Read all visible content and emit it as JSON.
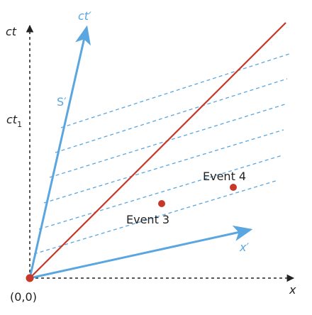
{
  "labels": {
    "ct": "ct",
    "ct_prime": "ct′",
    "x": "x",
    "x_prime": "x′",
    "frame": "S′",
    "ct1_main": "ct",
    "ct1_sub": "1",
    "origin": "(0,0)",
    "event3": "Event 3",
    "event4": "Event 4"
  },
  "colors": {
    "axis": "#222222",
    "primed_axis": "#5aa6e0",
    "light_line": "#c8382a",
    "event_dot": "#c8382a",
    "simultaneity_lines": "#5aa6e0"
  }
}
